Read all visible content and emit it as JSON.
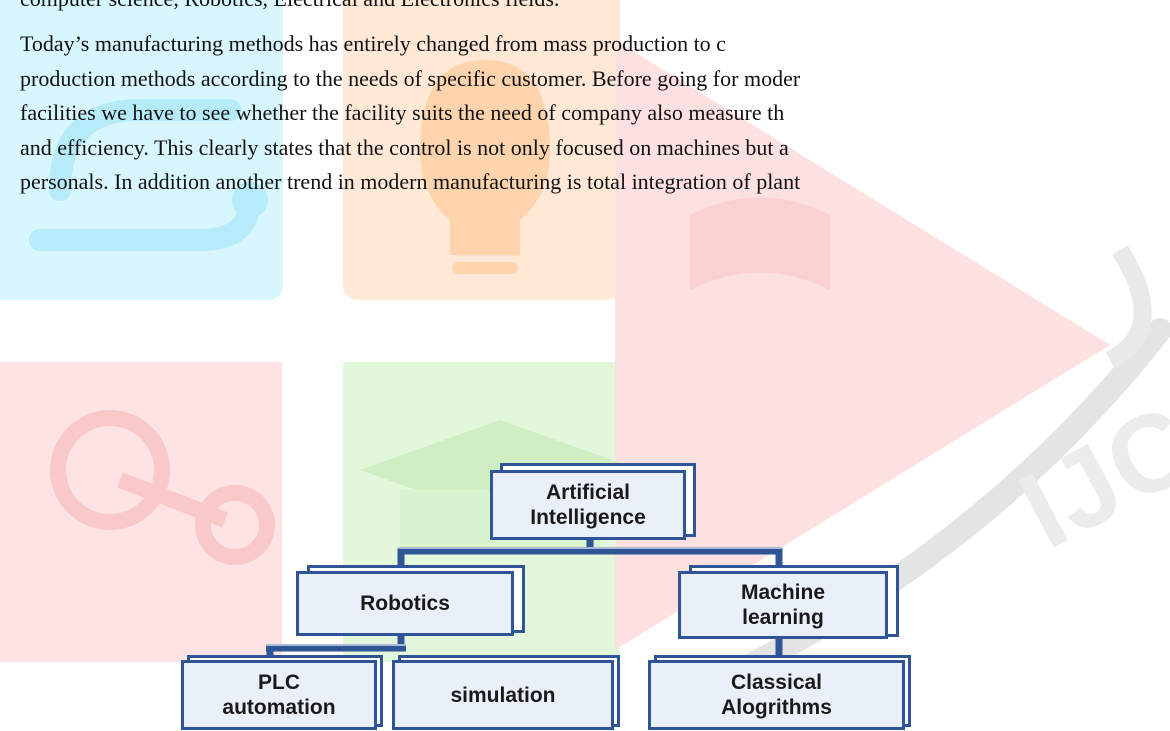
{
  "document": {
    "paragraph_top_partial": "computer science, Robotics, Electrical and Electronics fields.",
    "paragraph_lines": [
      "Today’s manufacturing methods has entirely changed from mass production to c",
      "production methods according to the needs of specific customer. Before going for moder",
      "facilities we have to see whether the facility suits the need of company also measure th",
      "and efficiency.  This clearly states that the control is not only focused on machines but a",
      "personals. In addition another trend in modern manufacturing is total integration of plant"
    ]
  },
  "watermark": {
    "text": "IJCRT",
    "colors": {
      "cyan": "#d7f6fd",
      "orange": "#ffe9d6",
      "red": "#fde3e3",
      "green": "#e3f7da"
    }
  },
  "diagram": {
    "border_color": "#2f5597",
    "fill_color": "#eaf0f9",
    "root": {
      "line1": "Artificial",
      "line2": "Intelligence"
    },
    "robotics": {
      "label": "Robotics"
    },
    "machine_learning": {
      "line1": "Machine",
      "line2": "learning"
    },
    "plc": {
      "line1": "PLC",
      "line2": "automation"
    },
    "simulation": {
      "label": "simulation"
    },
    "classical": {
      "line1": "Classical",
      "line2": "Alogrithms"
    }
  }
}
